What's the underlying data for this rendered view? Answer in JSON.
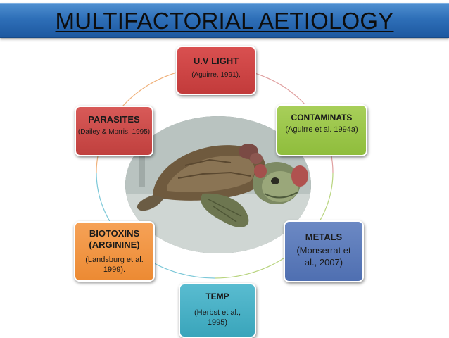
{
  "slide": {
    "title": "MULTIFACTORIAL AETIOLOGY"
  },
  "factors": {
    "uv": {
      "name": "U.V LIGHT",
      "ref": "(Aguirre, 1991),",
      "color": "#c94444"
    },
    "parasites": {
      "name": "PARASITES",
      "ref": "(Dailey & Morris, 1995)",
      "color": "#c84a48"
    },
    "contaminants": {
      "name": "CONTAMINATS",
      "ref": "(Aguirre et al. 1994a)",
      "color": "#9bc64a"
    },
    "biotoxins": {
      "name": "BIOTOXINS (ARGININE)",
      "ref": "(Landsburg et al. 1999).",
      "color": "#f2963f"
    },
    "metals": {
      "name": "METALS",
      "ref": "(Monserrat et al., 2007)",
      "color": "#5d7cba"
    },
    "temp": {
      "name": "TEMP",
      "ref": "(Herbst et al., 1995)",
      "color": "#48b0c5"
    }
  },
  "colors": {
    "title_bar": "#2e6fb8",
    "ring_top": "#d97a7a",
    "ring_right": "#a8cf5a",
    "ring_bottom": "#59bcd0",
    "ring_left": "#f2a25a"
  },
  "image": {
    "subject": "sea-turtle-with-fibropapilloma-tumours"
  }
}
